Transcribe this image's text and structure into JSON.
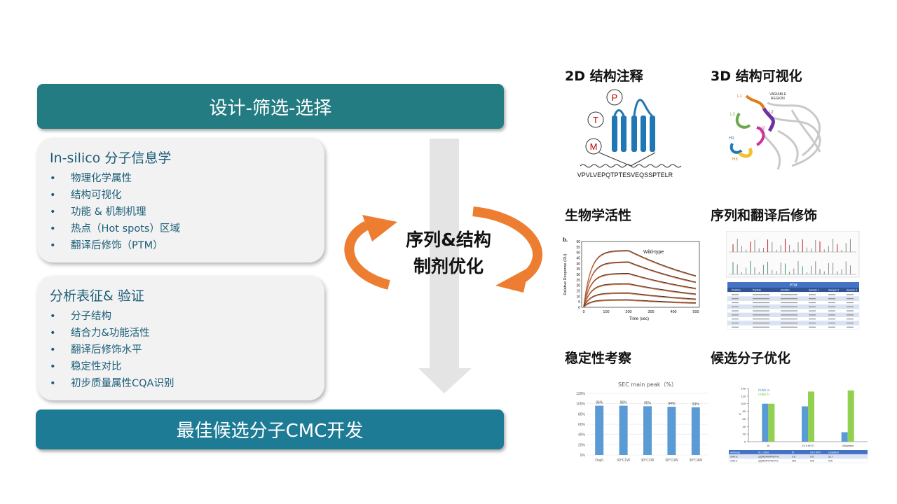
{
  "banners": {
    "top": "设计-筛选-选择",
    "bottom": "最佳候选分子CMC开发"
  },
  "insilico": {
    "title": "In-silico 分子信息学",
    "items": [
      "物理化学属性",
      "结构可视化",
      "功能 & 机制机理",
      "热点（Hot spots）区域",
      "翻译后修饰（PTM）"
    ]
  },
  "analysis": {
    "title": "分析表征& 验证",
    "items": [
      "分子结构",
      "结合力&功能活性",
      "翻译后修饰水平",
      "稳定性对比",
      "初步质量属性CQA识别"
    ]
  },
  "cycle": {
    "line1": "序列&结构",
    "line2": "制剂优化"
  },
  "thumbs": {
    "t2d": "2D 结构注释",
    "t3d": "3D 结构可视化",
    "bio": "生物学活性",
    "ptm": "序列和翻译后修饰",
    "stab": "稳定性考察",
    "cand": "候选分子优化"
  },
  "annot2d": {
    "circles": [
      "P",
      "T",
      "M"
    ],
    "sequence": "VPVLVEPQTPTESVEQSSPTELR"
  },
  "annot3d": {
    "labels": [
      "VARIABLE",
      "REGION",
      "L1",
      "L2",
      "L3",
      "H1",
      "H2",
      "H3"
    ]
  },
  "binding": {
    "panel_label": "b.",
    "legend": "Wild-type",
    "xlabel": "Time (sec)",
    "ylabel": "Relative Response (RU)",
    "xticks": [
      "0",
      "100",
      "200",
      "300",
      "400",
      "500"
    ],
    "yticks": [
      "0",
      "5",
      "10",
      "15",
      "20",
      "25",
      "30",
      "35",
      "40",
      "45",
      "50",
      "55",
      "60"
    ]
  },
  "ptm_table": {
    "title": "PTM",
    "headers": [
      "Position",
      "Peptide",
      "Modifier",
      "Sample 1",
      "Sample 2",
      "Sample 3"
    ]
  },
  "chart_data": [
    {
      "type": "bar",
      "title": "SEC main peak（%）",
      "categories": [
        "Day0",
        "30°C1W",
        "30°C2W",
        "30°C3W",
        "30°C4W"
      ],
      "values": [
        96,
        96,
        95,
        94,
        93
      ],
      "data_labels": [
        "96%",
        "96%",
        "95%",
        "94%",
        "93%"
      ],
      "yticks": [
        "0%",
        "20%",
        "40%",
        "60%",
        "80%",
        "100%",
        "120%"
      ],
      "ylim": [
        0,
        120
      ],
      "color": "#5b9bd5"
    },
    {
      "type": "bar",
      "categories": [
        "t0",
        "24 h  MTC",
        "Oxidation"
      ],
      "series": [
        {
          "name": "mAb a",
          "values": [
            100,
            93,
            25
          ],
          "color": "#5b9bd5"
        },
        {
          "name": "mAb b",
          "values": [
            100,
            132,
            135
          ],
          "color": "#92d050"
        }
      ],
      "yticks": [
        "0",
        "20",
        "40",
        "60",
        "80",
        "100",
        "120",
        "140"
      ],
      "ylabel": "%",
      "ylim": [
        0,
        140
      ],
      "legend": "top-left",
      "table": {
        "headers": [
          "Antibody",
          "VL CDR3",
          "t0",
          "24 h  MTC",
          "Oxidation"
        ],
        "rows": [
          [
            "mAb a",
            "QQRSNWPWTFG",
            "0.8",
            "0.8",
            "32.7"
          ],
          [
            "mAb b",
            "QQRSNYPWTFG",
            "N/A",
            "N/A",
            "N/A"
          ]
        ]
      }
    }
  ]
}
